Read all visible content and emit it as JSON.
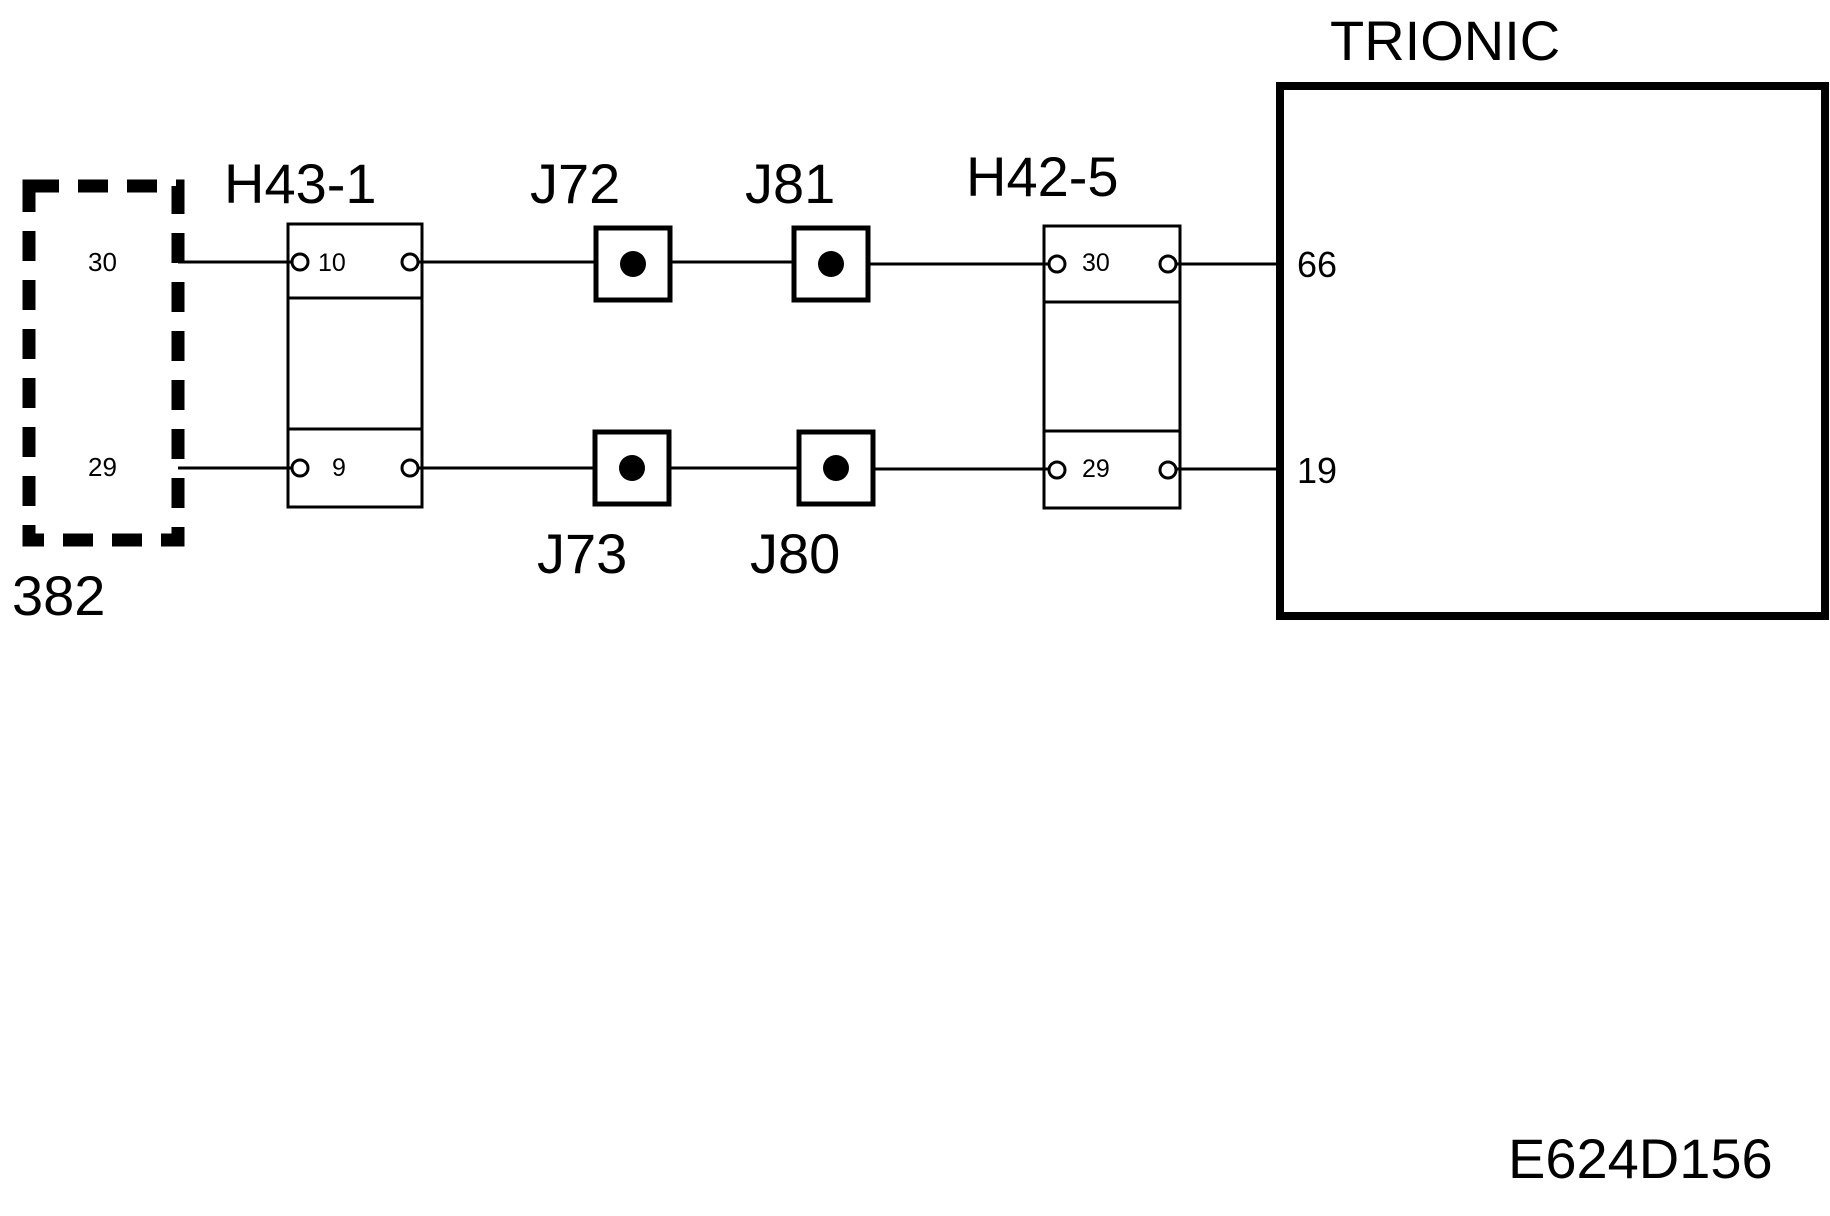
{
  "diagram": {
    "ecu_title": "TRIONIC",
    "figure_code": "E624D156",
    "component_382": {
      "label": "382",
      "pin_top": "30",
      "pin_bottom": "29"
    },
    "connector_h43": {
      "label": "H43-1",
      "pin_top": "10",
      "pin_bottom": "9"
    },
    "connector_h42": {
      "label": "H42-5",
      "pin_top": "30",
      "pin_bottom": "29"
    },
    "junctions": {
      "j72": "J72",
      "j81": "J81",
      "j73": "J73",
      "j80": "J80"
    },
    "ecu_pins": {
      "top": "66",
      "bottom": "19"
    }
  }
}
